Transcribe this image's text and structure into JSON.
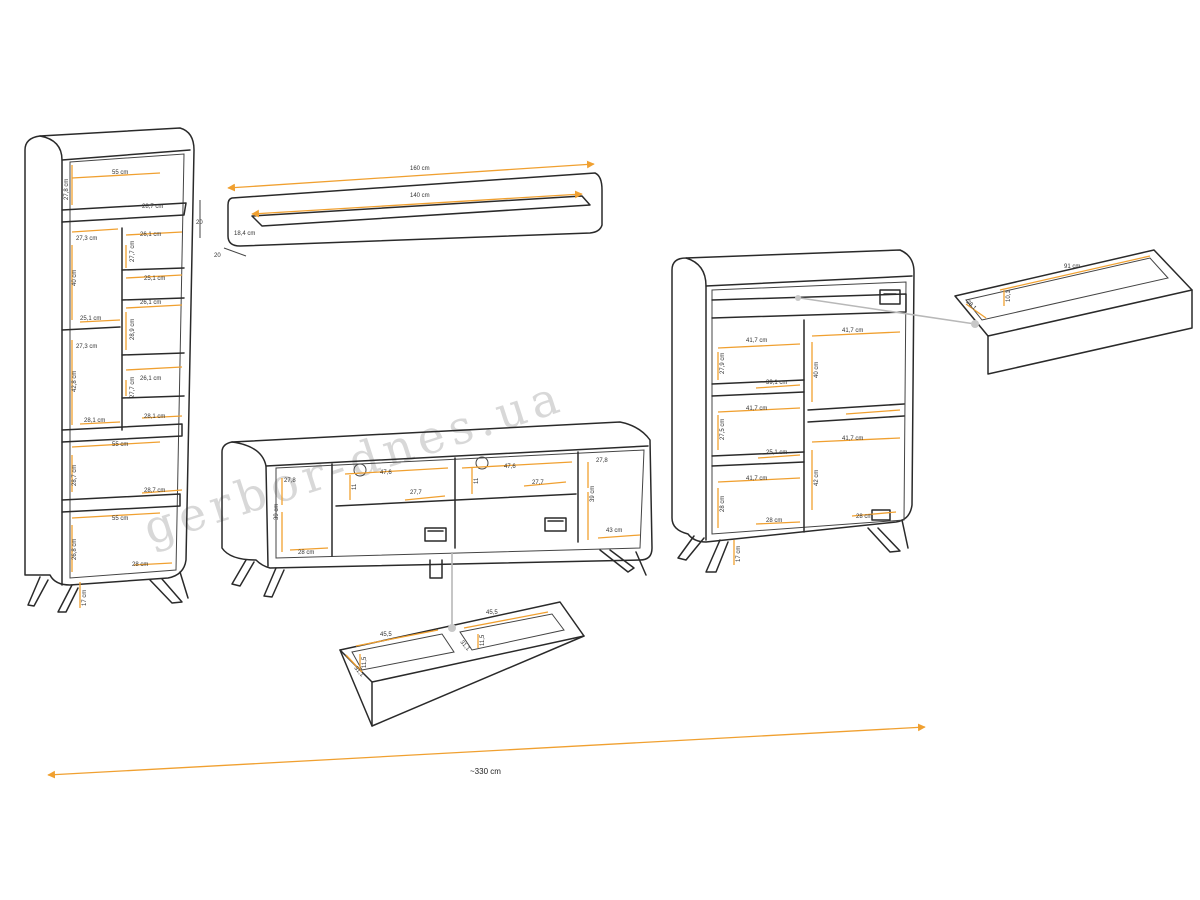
{
  "watermark": "gerbor-dnes.ua",
  "overall": {
    "width_label": "~330 cm"
  },
  "shelf": {
    "length_outer": "160 cm",
    "length_inner": "140 cm",
    "depth": "18,4 cm",
    "height_left": "20",
    "height_right": "20"
  },
  "bookcase": {
    "labels": [
      "55 cm",
      "27,8 cm",
      "28,7 cm",
      "27,3 cm",
      "26,1 cm",
      "40 cm",
      "27,7 cm",
      "25,1 cm",
      "26,1 cm",
      "28,9 cm",
      "27,3 cm",
      "25,1 cm",
      "42,8 cm",
      "26,1 cm",
      "27,7 cm",
      "28,1 cm",
      "28,1 cm",
      "55 cm",
      "28,7 cm",
      "28,7 cm",
      "55 cm",
      "26,8 cm",
      "28 cm",
      "17 cm"
    ]
  },
  "tv_unit": {
    "labels": [
      "27,8",
      "39 cm",
      "47,6",
      "47,6",
      "27,7",
      "27,7",
      "11",
      "11",
      "27,8",
      "39 cm",
      "28 cm",
      "43 cm"
    ]
  },
  "tv_drawer": {
    "labels": [
      "45,5",
      "45,5",
      "11,5",
      "11,5",
      "31,1",
      "31,1"
    ]
  },
  "highboard": {
    "labels": [
      "41,7 cm",
      "41,7 cm",
      "27,9 cm",
      "40 cm",
      "39,1 cm",
      "41,7 cm",
      "27,5 cm",
      "25,1 cm",
      "41,7 cm",
      "41,7 cm",
      "42 cm",
      "28 cm",
      "28 cm",
      "28 cm",
      "17 cm"
    ]
  },
  "hb_drawer": {
    "labels": [
      "91 cm",
      "10,1",
      "28,1"
    ]
  }
}
